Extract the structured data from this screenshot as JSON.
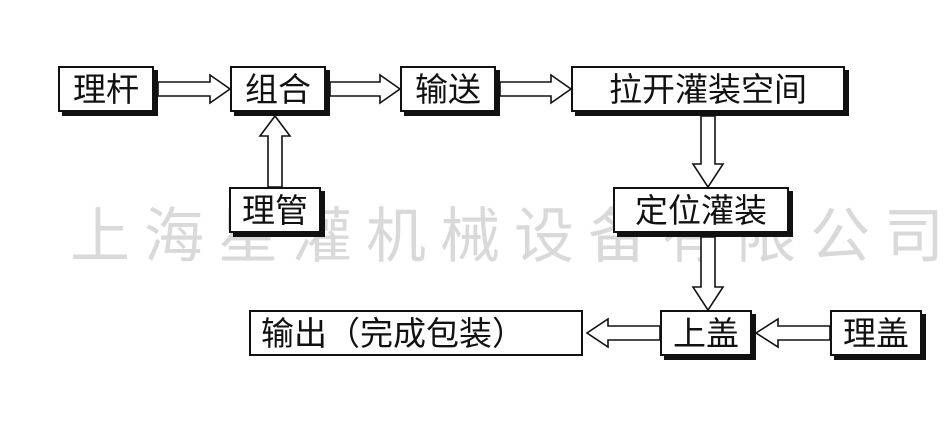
{
  "watermark": "上海星灌机械设备有限公司",
  "nodes": {
    "li_gan": "理杆",
    "zu_he": "组合",
    "shu_song": "输送",
    "la_kai": "拉开灌装空间",
    "li_guan": "理管",
    "ding_wei": "定位灌装",
    "shang_gai": "上盖",
    "li_gai": "理盖",
    "shu_chu": "输出（完成包装）"
  }
}
